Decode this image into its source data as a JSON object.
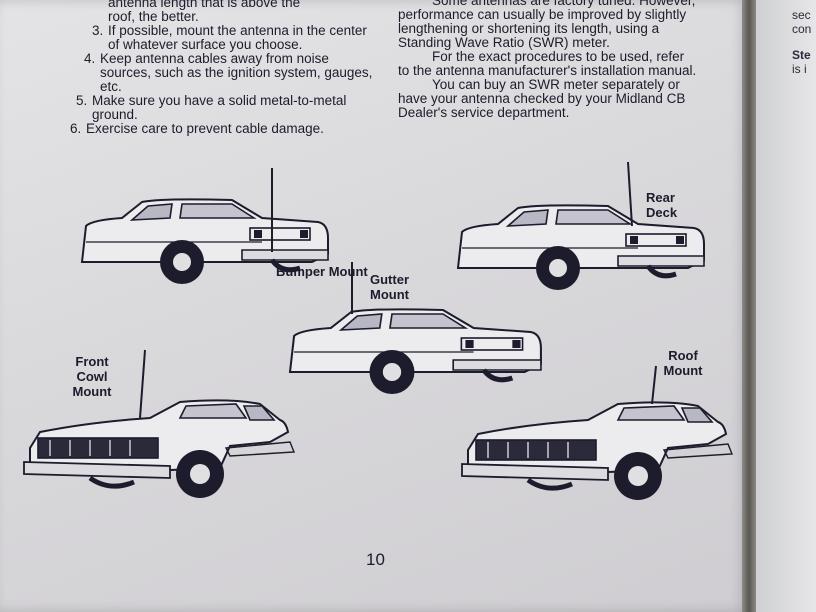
{
  "left_column": {
    "lines_top": [
      "antenna length that is above the",
      "roof, the better."
    ],
    "items": [
      {
        "num": "3.",
        "text": "If possible, mount the antenna in the center of whatever surface you choose."
      },
      {
        "num": "4.",
        "text": "Keep antenna cables away from noise sources, such as the ignition system, gauges, etc."
      },
      {
        "num": "5.",
        "text": "Make sure you have a solid metal-to-metal ground."
      },
      {
        "num": "6.",
        "text": "Exercise care to prevent cable damage."
      }
    ]
  },
  "right_column": {
    "paragraphs": [
      "Some antennas are factory tuned. However, performance can usually be improved by slightly lengthening or shortening its length, using a Standing Wave Ratio (SWR) meter.",
      "For the exact procedures to be used, refer to the antenna manufacturer's installation manual.",
      "You can buy an SWR meter separately or have your antenna checked by your Midland CB Dealer's service department."
    ]
  },
  "labels": {
    "bumper": "Bumper Mount",
    "gutter": "Gutter Mount",
    "rear": "Rear Deck",
    "front": "Front Cowl Mount",
    "roof": "Roof Mount"
  },
  "page_number": "10",
  "next_page_fragments": [
    "sec",
    "con",
    "Ste",
    "is i"
  ]
}
